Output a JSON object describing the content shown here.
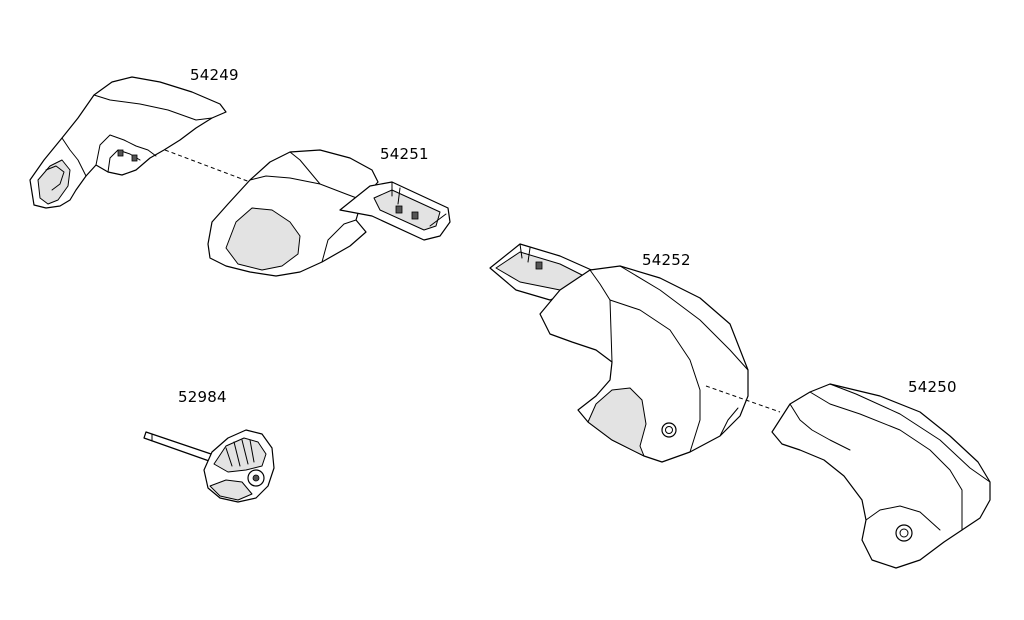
{
  "parts": {
    "end_cap_left": "54249",
    "foot_left": "54251",
    "foot_right": "54252",
    "end_cap_right": "54250",
    "key_tool": "52984"
  }
}
